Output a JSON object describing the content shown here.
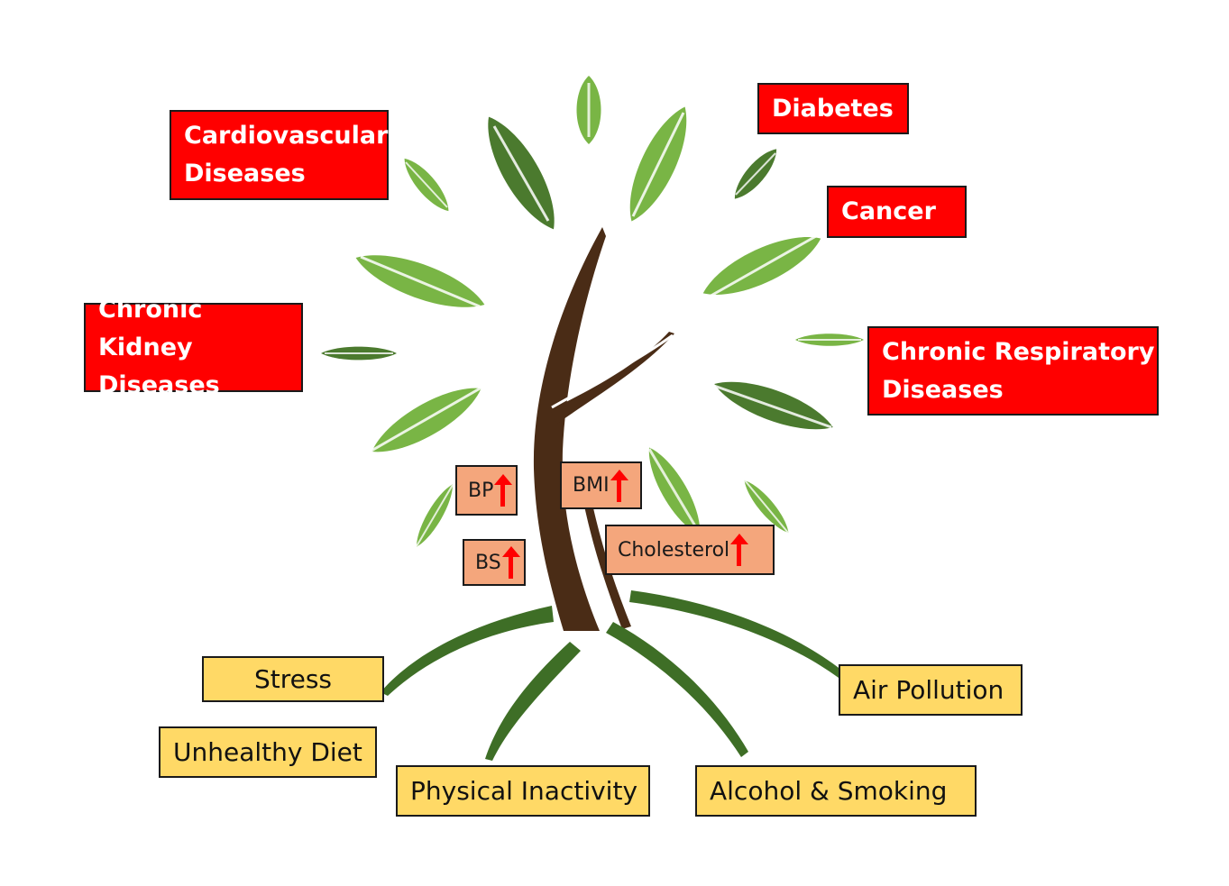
{
  "diseases": {
    "cardiovascular": "Cardiovascular\nDiseases",
    "diabetes": "Diabetes",
    "cancer": "Cancer",
    "kidney": "Chronic Kidney\nDiseases",
    "respiratory": "Chronic Respiratory\nDiseases"
  },
  "risk_markers": {
    "bp": "BP",
    "bmi": "BMI",
    "bs": "BS",
    "cholesterol": "Cholesterol",
    "arrow_icon": "up-arrow-icon",
    "arrow_color": "#ff0000"
  },
  "risk_factors": {
    "stress": "Stress",
    "unhealthy_diet": "Unhealthy Diet",
    "physical_inactivity": "Physical Inactivity",
    "alcohol_smoking": "Alcohol & Smoking",
    "air_pollution": "Air Pollution"
  },
  "colors": {
    "disease_box": "#ff0000",
    "risk_marker_box": "#f4a67c",
    "risk_factor_box": "#ffd966",
    "trunk": "#4a2c16",
    "leaf_dark": "#4b7a2e",
    "leaf_light": "#79b545"
  }
}
